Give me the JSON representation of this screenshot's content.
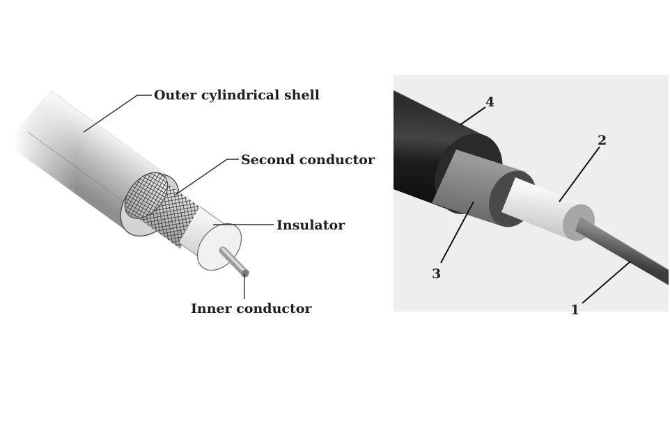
{
  "left_diagram": {
    "labels": {
      "outer_shell": "Outer cylindrical shell",
      "second_conductor": "Second conductor",
      "insulator": "Insulator",
      "inner_conductor": "Inner conductor"
    }
  },
  "right_diagram": {
    "numbers": {
      "n1": "1",
      "n2": "2",
      "n3": "3",
      "n4": "4"
    }
  },
  "colors": {
    "background": "#ffffff",
    "label_text": "#1e1e1e",
    "photo_background": "#eeeeee",
    "outer_jacket": "#1c1c1c",
    "dielectric_layer": "#8a8a8a",
    "inner_insulator": "#e3e3e3",
    "core": "#666666"
  }
}
